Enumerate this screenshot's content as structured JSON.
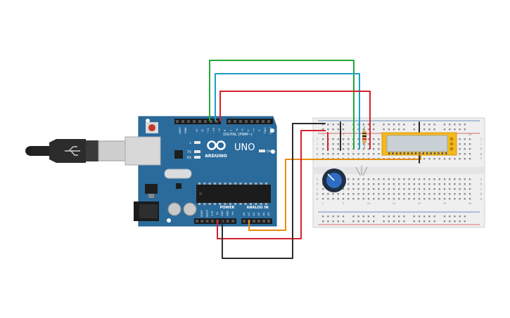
{
  "arduino": {
    "brand": "ARDUINO",
    "model": "UNO",
    "digital_label": "DIGITAL (PWM~)",
    "power_label": "POWER",
    "analog_label": "ANALOG IN",
    "on_label": "ON",
    "l_label": "L",
    "tx_label": "TX",
    "rx_label": "RX",
    "aref": "AREF",
    "gnd": "GND",
    "digital_pins": [
      "13",
      "12",
      "~11",
      "~10",
      "~9",
      "8",
      "7",
      "~6",
      "~5",
      "4",
      "~3",
      "2",
      "TX▸1",
      "RX◂0"
    ],
    "power_pins": [
      "IOREF",
      "RESET",
      "3.3V",
      "5V",
      "GND",
      "GND",
      "Vin"
    ],
    "analog_pins": [
      "A0",
      "A1",
      "A2",
      "A3",
      "A4",
      "A5"
    ]
  },
  "breadboard": {
    "column_numbers": [
      "1",
      "5",
      "10",
      "15",
      "20",
      "25",
      "30"
    ],
    "row_letters_top": [
      "j",
      "i",
      "h",
      "g",
      "f"
    ],
    "row_letters_bottom": [
      "e",
      "d",
      "c",
      "b",
      "a"
    ]
  },
  "components": [
    "usb-cable",
    "arduino-uno",
    "breadboard",
    "potentiometer",
    "lcd-16x2",
    "resistor"
  ],
  "colors": {
    "board": "#2a6b9c",
    "wire_green": "#22a83a",
    "wire_blue": "#1a9ec7",
    "wire_red": "#d6202a",
    "wire_black": "#2b2b2b",
    "wire_orange": "#e98c10",
    "lcd_frame": "#f5b81c",
    "lcd_screen": "#c9d1d6"
  }
}
